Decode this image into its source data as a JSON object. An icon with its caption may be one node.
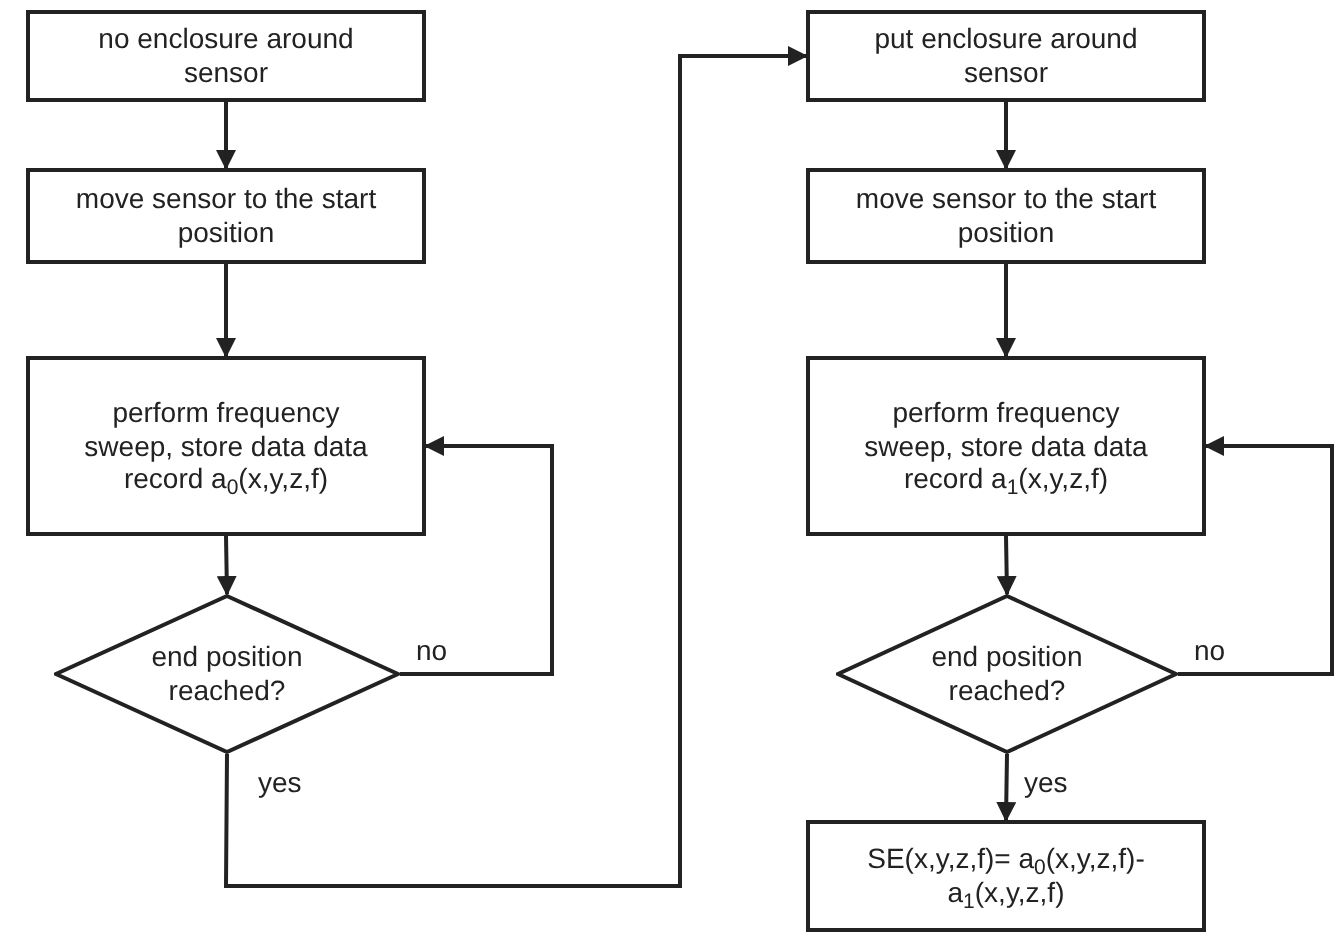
{
  "diagram": {
    "nodes": [
      {
        "text": [
          "no enclosure around sensor"
        ]
      },
      {
        "text": [
          "move sensor to the start position"
        ]
      },
      {
        "text": [
          "perform frequency sweep, store data data record a$_{0}$(x,y,z,f)"
        ]
      },
      {
        "text": [
          "end position reached?"
        ]
      },
      {
        "text": [
          "put enclosure around sensor"
        ]
      },
      {
        "text": [
          "move sensor to the start position"
        ]
      },
      {
        "text": [
          "perform frequency sweep, store data data record a$_{1}$(x,y,z,f)"
        ]
      },
      {
        "text": [
          "end position reached?"
        ]
      },
      {
        "text": [
          "SE(x,y,z,f)= a$_{0}$(x,y,z,f)-a$_{1}$(x,y,z,f)"
        ]
      }
    ],
    "edges": [
      {
        "from": 0,
        "to": 1,
        "arrow": "to"
      },
      {
        "from": 1,
        "to": 2,
        "arrow": "to"
      },
      {
        "from": 2,
        "to": 3,
        "arrow": "to"
      },
      {
        "from": 3,
        "to": 2,
        "arrow": "to",
        "label": "no"
      },
      {
        "from": 3,
        "to": 4,
        "arrow": "to",
        "label": "yes"
      },
      {
        "from": 4,
        "to": 5,
        "arrow": "to"
      },
      {
        "from": 5,
        "to": 6,
        "arrow": "to"
      },
      {
        "from": 6,
        "to": 7,
        "arrow": "to"
      },
      {
        "from": 7,
        "to": 6,
        "arrow": "to",
        "label": "no"
      },
      {
        "from": 7,
        "to": 8,
        "arrow": "to",
        "label": "yes"
      }
    ]
  }
}
